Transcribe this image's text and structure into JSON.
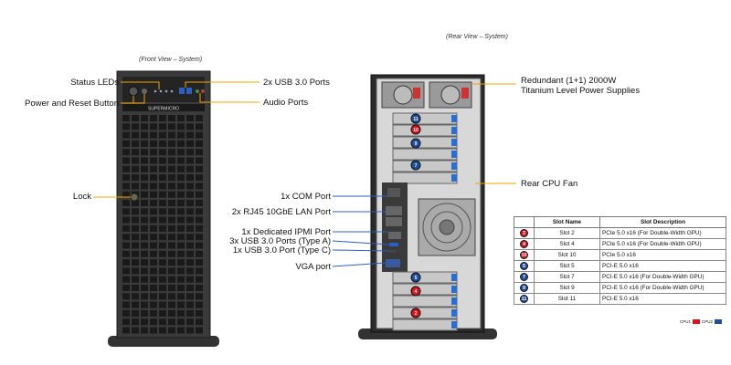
{
  "front": {
    "title": "(Front View – System)",
    "callouts": {
      "status_leds": "Status LEDs",
      "power_reset": "Power and Reset Button",
      "lock": "Lock",
      "usb_ports": "2x USB 3.0 Ports",
      "audio_ports": "Audio Ports"
    },
    "brand": "SUPERMICRO"
  },
  "rear": {
    "title": "(Rear View – System)",
    "callouts": {
      "psu_line1": "Redundant (1+1) 2000W",
      "psu_line2": "Titanium Level Power Supplies",
      "rear_fan": "Rear CPU Fan",
      "com_port": "1x COM Port",
      "lan_port": "2x RJ45 10GbE LAN Port",
      "ipmi_port": "1x Dedicated IPMI Port",
      "usb_a": "3x USB 3.0 Ports (Type A)",
      "usb_c": "1x USB 3.0 Port (Type C)",
      "vga_port": "VGA port"
    }
  },
  "slot_table": {
    "headers": [
      "Slot Name",
      "Slot Description"
    ],
    "rows": [
      {
        "badge": "2",
        "cpu": "cpu1",
        "name": "Slot 2",
        "desc": "PCIe 5.0 x16 (For Double-Width GPU)"
      },
      {
        "badge": "4",
        "cpu": "cpu1",
        "name": "Slot 4",
        "desc": "PCIe 5.0 x16 (For Double-Width GPU)"
      },
      {
        "badge": "10",
        "cpu": "cpu1",
        "name": "Slot 10",
        "desc": "PCIe 5.0 x16"
      },
      {
        "badge": "5",
        "cpu": "cpu2",
        "name": "Slot 5",
        "desc": "PCI-E 5.0 x16"
      },
      {
        "badge": "7",
        "cpu": "cpu2",
        "name": "Slot 7",
        "desc": "PCI-E 5.0 x16 (For Double-Width GPU)"
      },
      {
        "badge": "9",
        "cpu": "cpu2",
        "name": "Slot 9",
        "desc": "PCI-E 5.0 x16 (For Double-Width GPU)"
      },
      {
        "badge": "11",
        "cpu": "cpu2",
        "name": "Slot 11",
        "desc": "PCI-E 5.0 x16"
      }
    ]
  },
  "rear_slot_badges": [
    {
      "label": "11",
      "cpu": "cpu2"
    },
    {
      "label": "10",
      "cpu": "cpu1"
    },
    {
      "label": "9",
      "cpu": "cpu2"
    },
    {
      "label": "7",
      "cpu": "cpu2"
    },
    {
      "label": "5",
      "cpu": "cpu2"
    },
    {
      "label": "4",
      "cpu": "cpu1"
    },
    {
      "label": "2",
      "cpu": "cpu1"
    }
  ],
  "legend": {
    "cpu1_label": "CPU1",
    "cpu2_label": "CPU2"
  },
  "colors": {
    "cpu1": "#d9141b",
    "cpu2": "#1d4fa0",
    "callout_line": "#f0a500",
    "chassis": "#2b2b2b"
  }
}
